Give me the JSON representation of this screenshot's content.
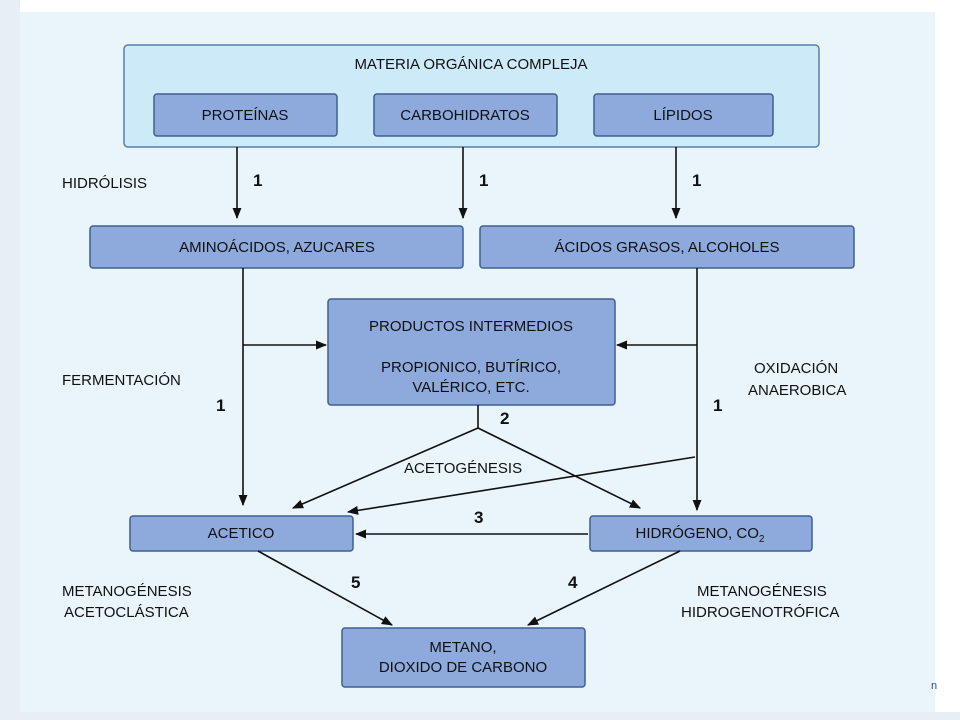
{
  "diagram": {
    "outer_title": "MATERIA ORGÁNICA COMPLEJA",
    "proteinas": "PROTEÍNAS",
    "carbohidratos": "CARBOHIDRATOS",
    "lipidos": "LÍPIDOS",
    "aminoacidos": "AMINOÁCIDOS, AZUCARES",
    "acidos_grasos": "ÁCIDOS GRASOS, ALCOHOLES",
    "intermedios_line1": "PRODUCTOS INTERMEDIOS",
    "intermedios_line2": "PROPIONICO, BUTÍRICO,",
    "intermedios_line3": "VALÉRICO, ETC.",
    "acetico": "ACETICO",
    "hidrogeno": "HIDRÓGENO, CO",
    "hidrogeno_sub": "2",
    "metano_line1": "METANO,",
    "metano_line2": "DIOXIDO DE CARBONO"
  },
  "labels": {
    "hidrolisis": "HIDRÓLISIS",
    "fermentacion": "FERMENTACIÓN",
    "oxidacion_line1": "OXIDACIÓN",
    "oxidacion_line2": "ANAEROBICA",
    "acetogenesis": "ACETOGÉNESIS",
    "meta_aceto_line1": "METANOGÉNESIS",
    "meta_aceto_line2": "ACETOCLÁSTICA",
    "meta_hidro_line1": "METANOGÉNESIS",
    "meta_hidro_line2": "HIDROGENOTRÓFICA"
  },
  "numbers": {
    "hidrolisis_1": "1",
    "hidrolisis_2": "1",
    "hidrolisis_3": "1",
    "fermentacion": "1",
    "oxidacion": "1",
    "acetogenesis": "2",
    "hidrogeno_acetico": "3",
    "metano_hidro": "4",
    "metano_aceto": "5"
  },
  "fragment": "n"
}
